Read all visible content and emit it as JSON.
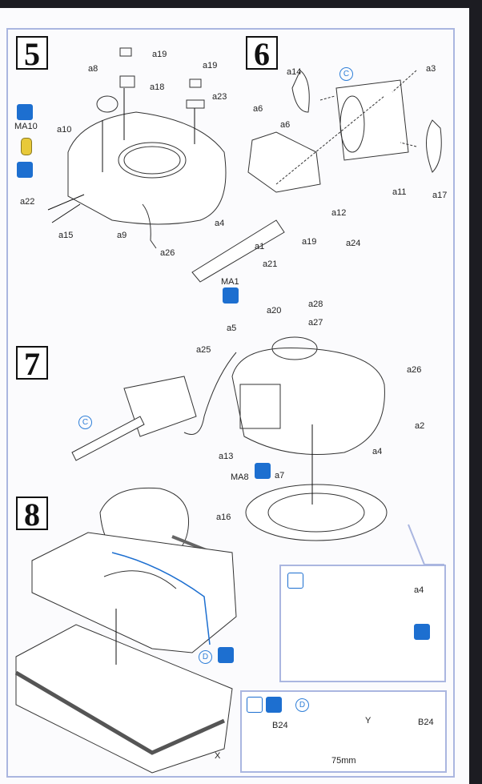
{
  "steps": [
    {
      "number": "5",
      "labels": [
        "a19",
        "a8",
        "a18",
        "a19",
        "a23",
        "MA10",
        "a10",
        "a22",
        "a15",
        "a9",
        "a4",
        "a26"
      ]
    },
    {
      "number": "6",
      "circle": "C",
      "labels": [
        "a14",
        "a3",
        "a6",
        "a6",
        "a11",
        "a17",
        "a12",
        "a1"
      ]
    },
    {
      "number": "7",
      "circle": "C",
      "labels": [
        "a19",
        "a24",
        "a21",
        "MA1",
        "a28",
        "a20",
        "a27",
        "a5",
        "a25",
        "a26",
        "a2",
        "a13",
        "a4",
        "MA8",
        "a7",
        "a16"
      ]
    },
    {
      "number": "8",
      "circle": "D",
      "labels": [
        "X"
      ]
    }
  ],
  "inset_detail": {
    "label": "a4"
  },
  "cable_detail": {
    "circle": "D",
    "left_end": "B24",
    "right_end": "B24",
    "cable": "Y",
    "length": "75mm"
  },
  "colors": {
    "accent": "#1d6fd0",
    "frame": "#aab6e0",
    "cable": "#1d6fd0",
    "brass": "#e8c93a"
  },
  "icons": [
    "turn-over-icon",
    "glue-icon",
    "symmetry-icon",
    "drill-hole-icon"
  ]
}
